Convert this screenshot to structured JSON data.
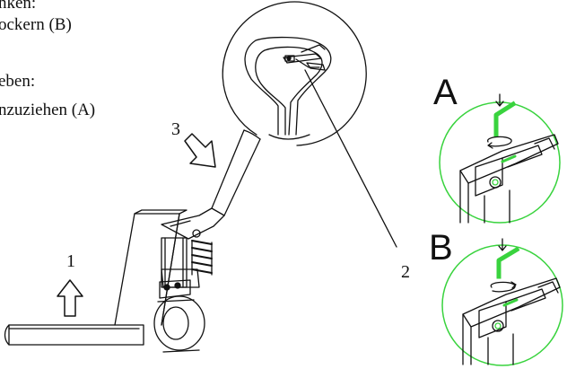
{
  "instructions": {
    "line1": "nken:",
    "line2": "ockern (B)",
    "line3": "eben:",
    "line4": "nzuziehen (A)"
  },
  "callouts": {
    "num1": "1",
    "num2": "2",
    "num3": "3"
  },
  "detail_a": {
    "letter": "A"
  },
  "detail_b": {
    "letter": "B"
  },
  "colors": {
    "highlight_green": "#39d33e",
    "line": "#111111"
  },
  "icons": {
    "arrow_up": "outline-up-arrow",
    "arrow_push": "outline-diagonal-arrow",
    "lever": "l-shaped-lever",
    "rotation": "rotation-arrow"
  }
}
